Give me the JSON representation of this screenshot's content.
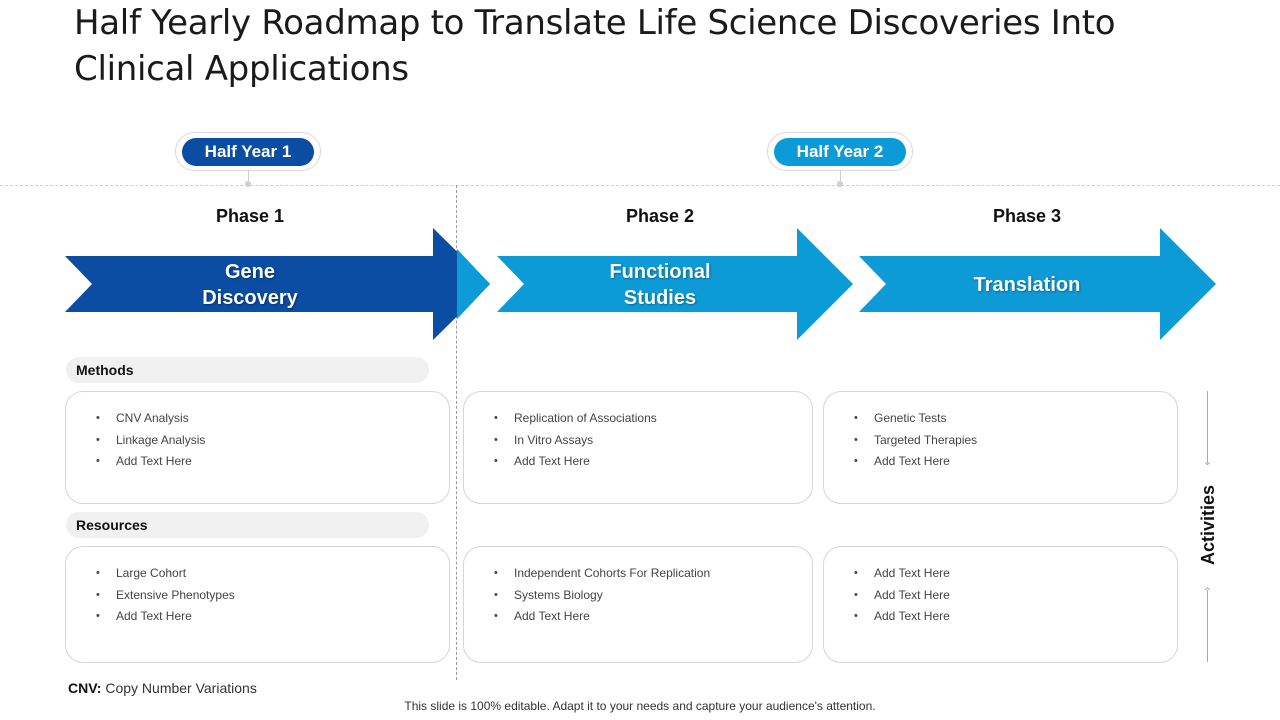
{
  "title": "Half Yearly Roadmap to Translate Life Science Discoveries Into Clinical Applications",
  "colors": {
    "dark_blue": "#0a4da2",
    "light_blue": "#0d9bd8",
    "arrow_dark": "#0a4da2",
    "arrow_light": "#0d9bd8"
  },
  "half_years": [
    {
      "label": "Half Year 1",
      "color": "#0a4da2"
    },
    {
      "label": "Half Year 2",
      "color": "#0d9bd8"
    }
  ],
  "phases": [
    {
      "label": "Phase 1",
      "line1": "Gene",
      "line2": "Discovery"
    },
    {
      "label": "Phase 2",
      "line1": "Functional",
      "line2": "Studies"
    },
    {
      "label": "Phase 3",
      "line1": "Translation",
      "line2": ""
    }
  ],
  "sections": {
    "methods": "Methods",
    "resources": "Resources"
  },
  "methods": [
    [
      "CNV Analysis",
      "Linkage Analysis",
      "Add Text Here"
    ],
    [
      "Replication of Associations",
      "In Vitro Assays",
      "Add Text Here"
    ],
    [
      "Genetic Tests",
      "Targeted Therapies",
      "Add Text Here"
    ]
  ],
  "resources": [
    [
      "Large Cohort",
      "Extensive Phenotypes",
      "Add Text Here"
    ],
    [
      "Independent Cohorts For Replication",
      "Systems Biology",
      "Add Text Here"
    ],
    [
      "Add Text Here",
      "Add Text Here",
      "Add Text Here"
    ]
  ],
  "activities_label": "Activities",
  "footnote": {
    "term": "CNV:",
    "definition": "Copy Number Variations"
  },
  "bottom_note": "This slide is 100% editable. Adapt it to your needs and capture your audience's attention."
}
